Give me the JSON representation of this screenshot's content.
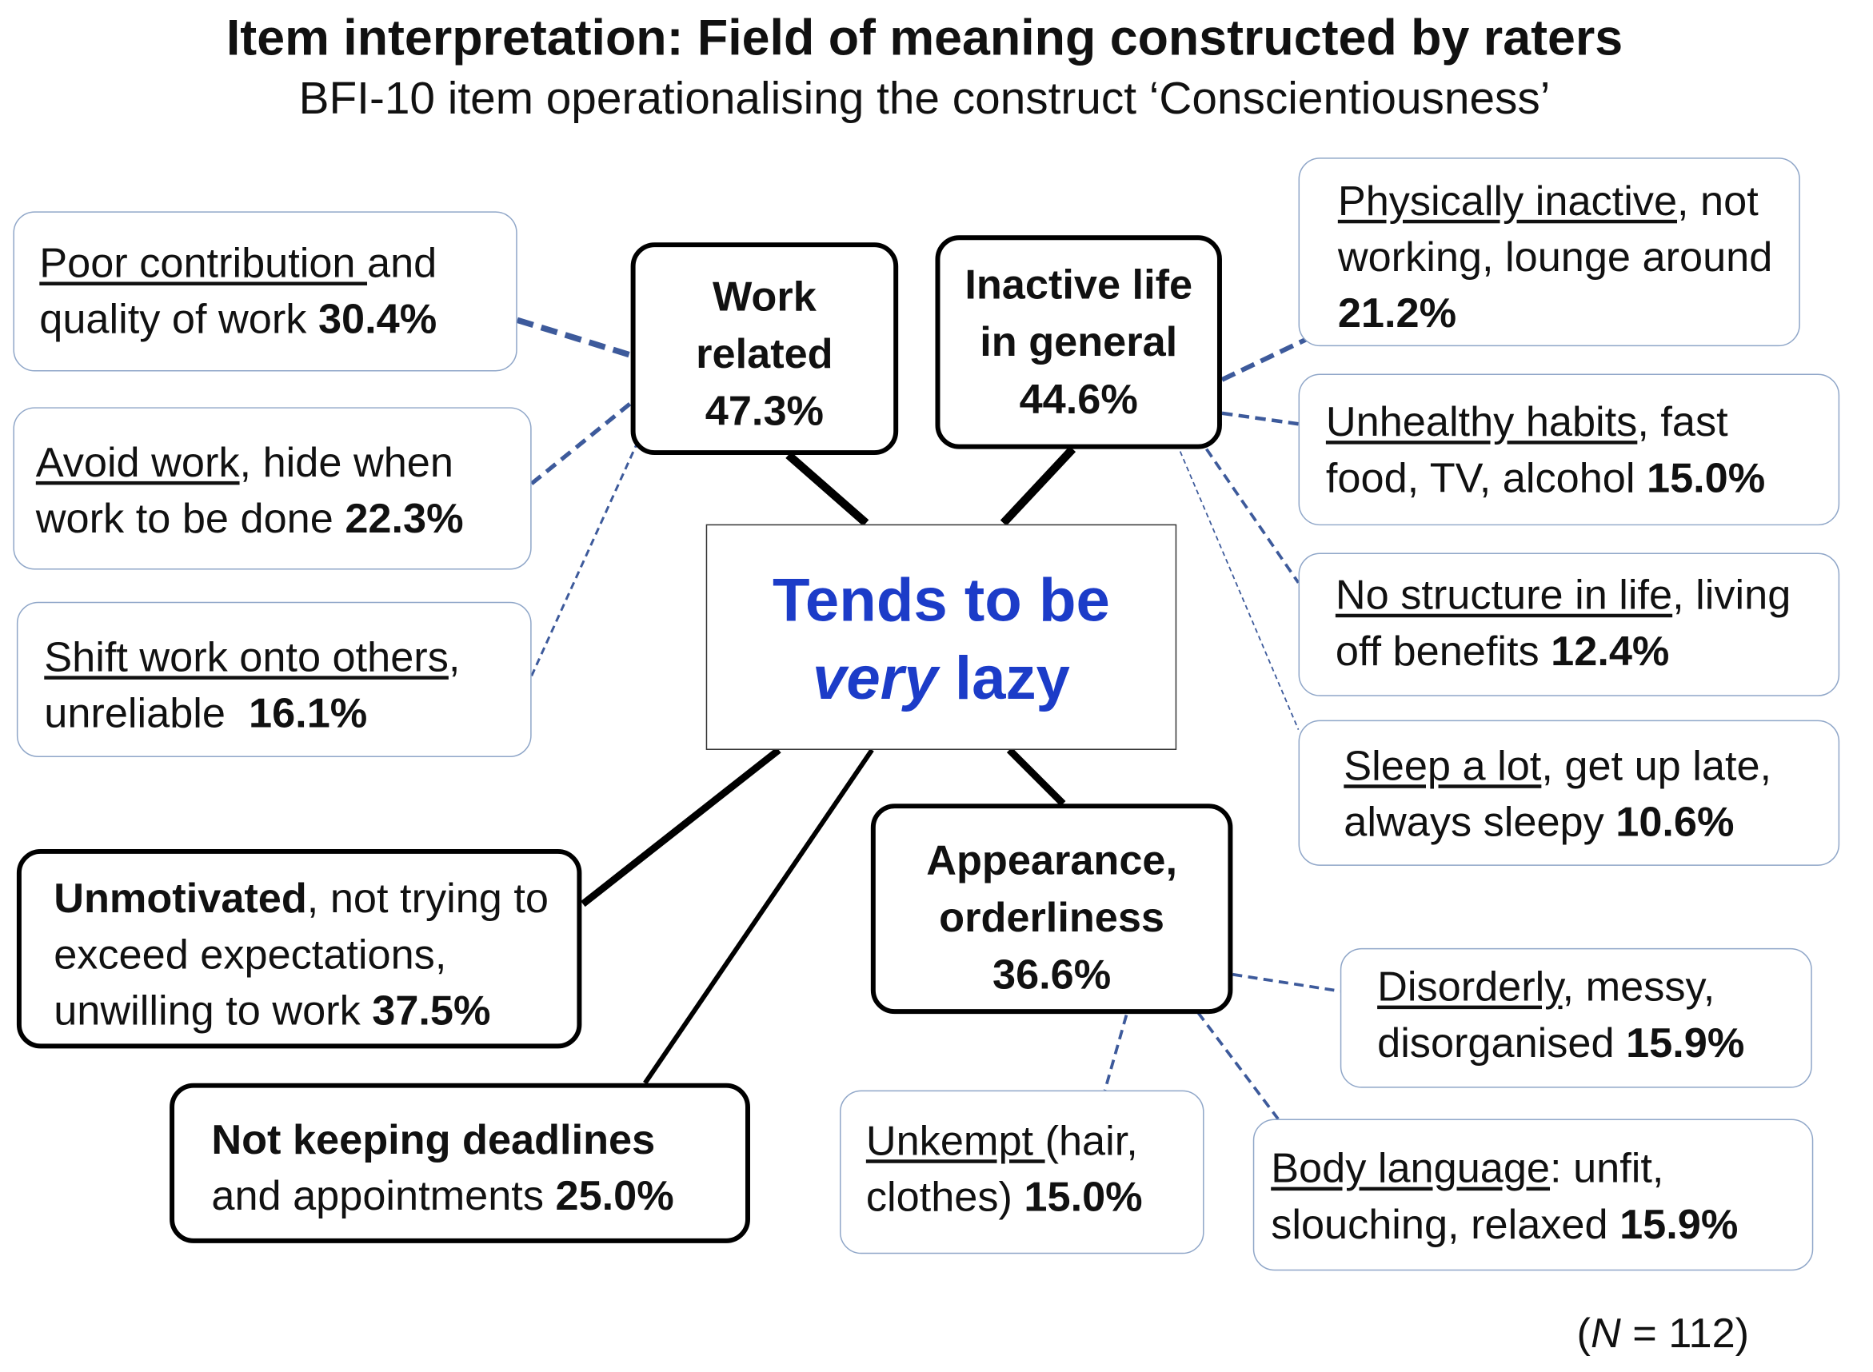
{
  "title": "Item interpretation: Field of meaning constructed by raters",
  "subtitle": "BFI-10 item operationalising the construct ‘Conscientiousness’",
  "center": {
    "line1": "Tends to be",
    "line2_italic": "very",
    "line2_rest": " lazy"
  },
  "categories": {
    "work": {
      "line1": "Work",
      "line2": "related",
      "pct": "47.3%"
    },
    "inactive": {
      "line1": "Inactive life",
      "line2": "in general",
      "pct": "44.6%"
    },
    "appearance": {
      "line1": "Appearance,",
      "line2": "orderliness",
      "pct": "36.6%"
    }
  },
  "items": {
    "poor_contribution": {
      "u": "Poor contribution ",
      "rest": "and quality of work ",
      "pct": "30.4%"
    },
    "avoid_work": {
      "u": "Avoid work",
      "rest": ", hide when work to be done ",
      "pct": "22.3%"
    },
    "shift_work": {
      "u": "Shift work onto others",
      "rest": ", unreliable  ",
      "pct": "16.1%"
    },
    "unmotivated": {
      "b": "Unmotivated",
      "rest": ", not trying to exceed expectations, unwilling to work ",
      "pct": "37.5%"
    },
    "deadlines": {
      "b": "Not keeping deadlines",
      "rest": "and appointments ",
      "pct": "25.0%"
    },
    "physically_inactive": {
      "u": "Physically inactive",
      "rest": ", not working, lounge around ",
      "pct": "21.2%"
    },
    "unhealthy": {
      "u": "Unhealthy habits",
      "rest": ", fast food, TV, alcohol ",
      "pct": "15.0%"
    },
    "no_structure": {
      "u": "No structure in life",
      "rest": ", living off benefits ",
      "pct": "12.4%"
    },
    "sleep": {
      "u": "Sleep a lot",
      "rest": ", get up late, always sleepy ",
      "pct": "10.6%"
    },
    "disorderly": {
      "u": "Disorderly",
      "rest": ", messy, disorganised ",
      "pct": "15.9%"
    },
    "unkempt": {
      "u": "Unkempt ",
      "rest": "(hair, clothes) ",
      "pct": "15.0%"
    },
    "body_language": {
      "u": "Body language",
      "rest": ": unfit, slouching, relaxed ",
      "pct": "15.9%"
    }
  },
  "sample_note": {
    "open": "(",
    "n": "N",
    "rest": " = 112)"
  },
  "colors": {
    "center_text": "#1c3cc8",
    "dashed_link": "#3d5a9b",
    "thin_border": "#8fa6c8",
    "thick_border": "#000000"
  }
}
